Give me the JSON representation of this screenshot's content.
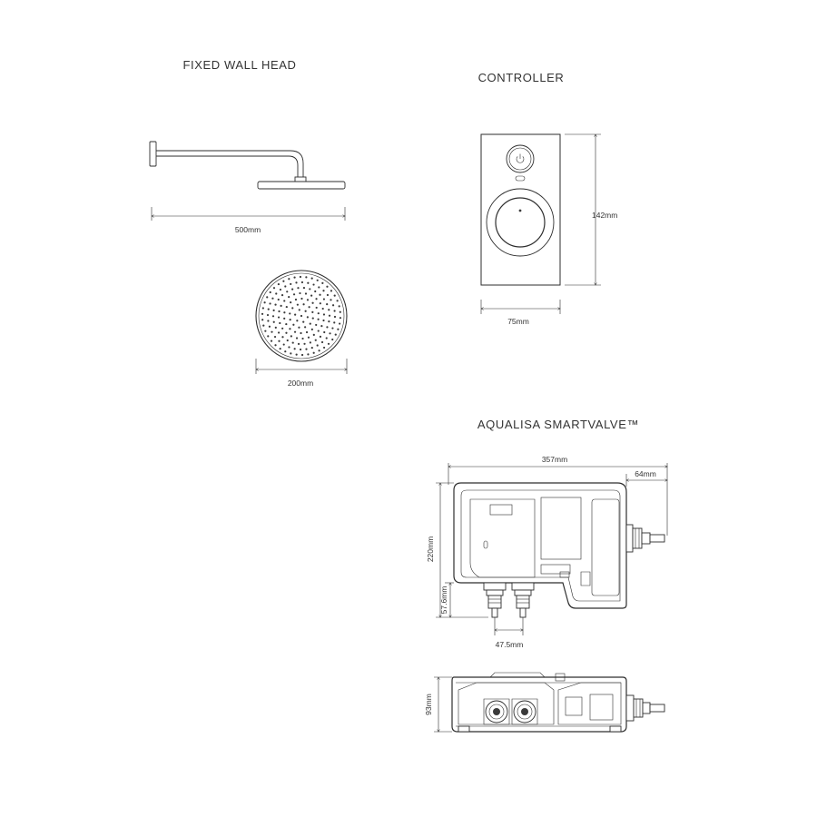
{
  "sections": {
    "wall_head_title": "FIXED WALL HEAD",
    "controller_title": "CONTROLLER",
    "smartvalve_title": "AQUALISA SMARTVALVE™"
  },
  "dimensions": {
    "arm_length": "500mm",
    "head_diameter": "200mm",
    "controller_height": "142mm",
    "controller_width": "75mm",
    "valve_width": "357mm",
    "outlet_projection": "64mm",
    "valve_height": "220mm",
    "inlet_height": "57.6mm",
    "inlet_spacing": "47.5mm",
    "valve_depth": "93mm"
  },
  "icons": {
    "power_button": "power-icon"
  }
}
